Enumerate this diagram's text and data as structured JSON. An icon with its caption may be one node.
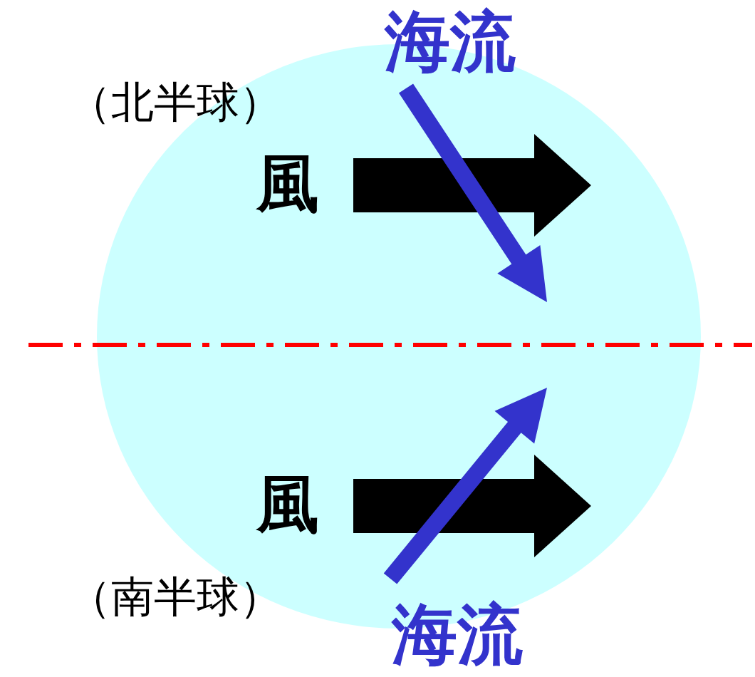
{
  "diagram": {
    "labels": [
      "海流",
      "（北半球）",
      "風",
      "風",
      "（南半球）",
      "海流"
    ]
  }
}
